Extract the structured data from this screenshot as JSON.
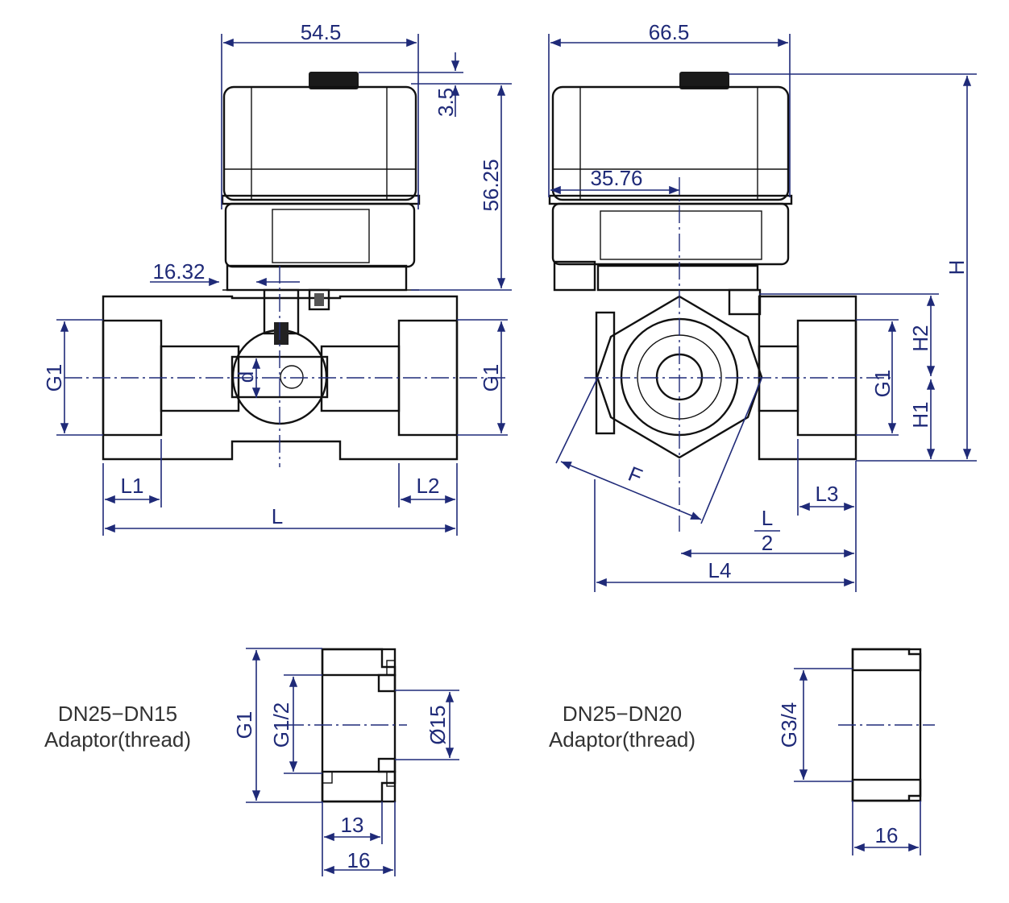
{
  "dimensions": {
    "top_width_left": "54.5",
    "top_width_right": "66.5",
    "knob_height": "3.5",
    "actuator_height": "56.25",
    "offset_35": "35.76",
    "offset_16": "16.32",
    "g1_left": "G1",
    "g1_mid": "G1",
    "g1_right": "G1",
    "d": "d",
    "l1": "L1",
    "l2": "L2",
    "l": "L",
    "h": "H",
    "h1": "H1",
    "h2": "H2",
    "f": "F",
    "l_half_num": "L",
    "l_half_den": "2",
    "l3": "L3",
    "l4": "L4"
  },
  "adaptor1": {
    "line1": "DN25−DN15",
    "line2": "Adaptor(thread)",
    "g1": "G1",
    "g12": "G1/2",
    "d15": "Ø15",
    "w13": "13",
    "w16": "16"
  },
  "adaptor2": {
    "line1": "DN25−DN20",
    "line2": "Adaptor(thread)",
    "g34": "G3/4",
    "w16": "16"
  },
  "colors": {
    "dimension": "#1f2a78",
    "outline": "#111111",
    "label": "#333333"
  }
}
